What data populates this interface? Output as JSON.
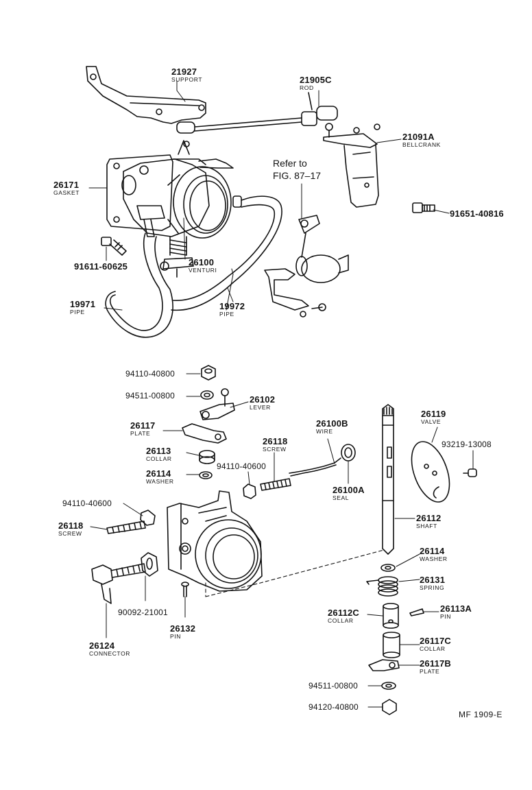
{
  "diagram": {
    "callouts": [
      {
        "id": "c21927",
        "number": "21927",
        "name": "SUPPORT"
      },
      {
        "id": "c21905c",
        "number": "21905C",
        "name": "ROD"
      },
      {
        "id": "c21091a",
        "number": "21091A",
        "name": "BELLCRANK"
      },
      {
        "id": "c26171",
        "number": "26171",
        "name": "GASKET"
      },
      {
        "id": "c91651",
        "number": "91651-40816",
        "name": ""
      },
      {
        "id": "c91611",
        "number": "91611-60625",
        "name": ""
      },
      {
        "id": "c26100",
        "number": "26100",
        "name": "VENTURI"
      },
      {
        "id": "c19971",
        "number": "19971",
        "name": "PIPE"
      },
      {
        "id": "c19972",
        "number": "19972",
        "name": "PIPE"
      },
      {
        "id": "c94110a",
        "number": "94110-40800",
        "name": ""
      },
      {
        "id": "c94511a",
        "number": "94511-00800",
        "name": ""
      },
      {
        "id": "c26102",
        "number": "26102",
        "name": "LEVER"
      },
      {
        "id": "c26117",
        "number": "26117",
        "name": "PLATE"
      },
      {
        "id": "c26113",
        "number": "26113",
        "name": "COLLAR"
      },
      {
        "id": "c26114a",
        "number": "26114",
        "name": "WASHER"
      },
      {
        "id": "c26118a",
        "number": "26118",
        "name": "SCREW"
      },
      {
        "id": "c94110b",
        "number": "94110-40600",
        "name": ""
      },
      {
        "id": "c26100b",
        "number": "26100B",
        "name": "WIRE"
      },
      {
        "id": "c26100a",
        "number": "26100A",
        "name": "SEAL"
      },
      {
        "id": "c26119",
        "number": "26119",
        "name": "VALVE"
      },
      {
        "id": "c93219",
        "number": "93219-13008",
        "name": ""
      },
      {
        "id": "c94110c",
        "number": "94110-40600",
        "name": ""
      },
      {
        "id": "c26118b",
        "number": "26118",
        "name": "SCREW"
      },
      {
        "id": "c26112",
        "number": "26112",
        "name": "SHAFT"
      },
      {
        "id": "c26114b",
        "number": "26114",
        "name": "WASHER"
      },
      {
        "id": "c26131",
        "number": "26131",
        "name": "SPRING"
      },
      {
        "id": "c90092",
        "number": "90092-21001",
        "name": ""
      },
      {
        "id": "c26132",
        "number": "26132",
        "name": "PIN"
      },
      {
        "id": "c26124",
        "number": "26124",
        "name": "CONNECTOR"
      },
      {
        "id": "c26112c",
        "number": "26112C",
        "name": "COLLAR"
      },
      {
        "id": "c26113a",
        "number": "26113A",
        "name": "PIN"
      },
      {
        "id": "c26117c",
        "number": "26117C",
        "name": "COLLAR"
      },
      {
        "id": "c26117b",
        "number": "26117B",
        "name": "PLATE"
      },
      {
        "id": "c94511b",
        "number": "94511-00800",
        "name": ""
      },
      {
        "id": "c94120",
        "number": "94120-40800",
        "name": ""
      }
    ],
    "reference_line1": "Refer to",
    "reference_line2": "FIG. 87–17",
    "figure_code": "MF 1909-E"
  }
}
